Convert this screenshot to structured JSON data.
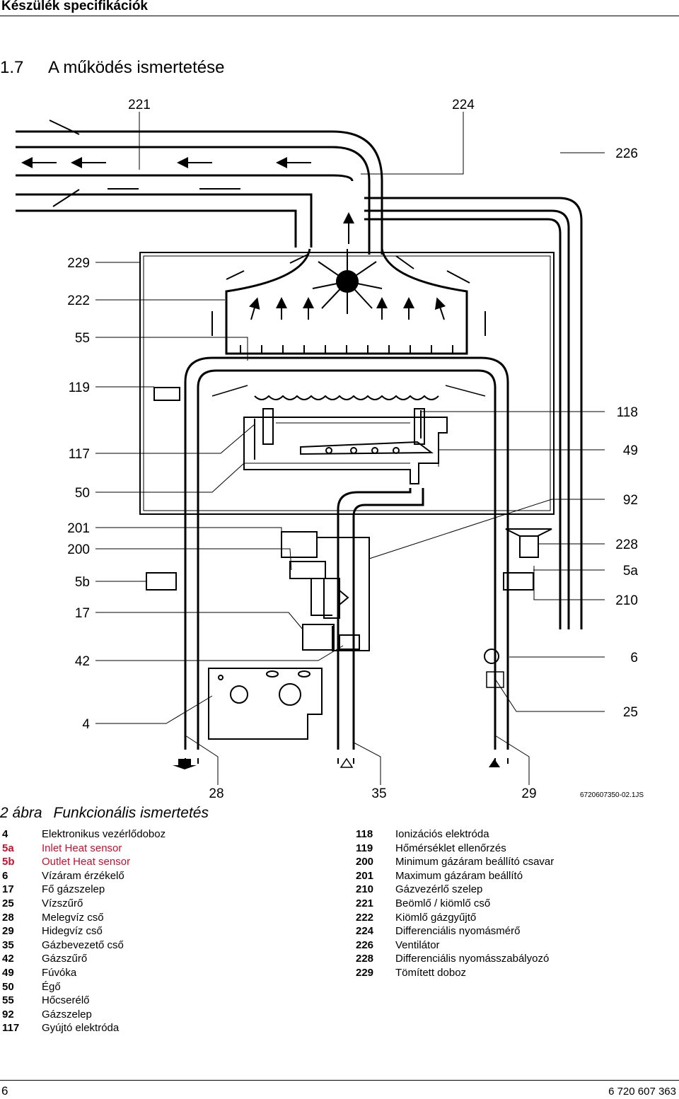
{
  "header": {
    "title": "Készülék specifikációk"
  },
  "section": {
    "number": "1.7",
    "title": "A működés ismertetése"
  },
  "diagram": {
    "labels": {
      "221": "221",
      "224": "224",
      "226": "226",
      "229": "229",
      "222": "222",
      "55": "55",
      "119": "119",
      "117": "117",
      "50": "50",
      "201": "201",
      "200": "200",
      "5b": "5b",
      "17": "17",
      "42": "42",
      "4": "4",
      "118": "118",
      "49": "49",
      "92": "92",
      "228": "228",
      "5a": "5a",
      "210": "210",
      "6": "6",
      "25": "25",
      "28": "28",
      "35": "35",
      "29": "29"
    },
    "drawing_code": "6720607350-02.1JS"
  },
  "caption": {
    "figure": "2 ábra",
    "text": "Funkcionális ismertetés"
  },
  "legend": {
    "left": [
      {
        "key": "4",
        "text": "Elektronikus vezérlődoboz",
        "highlight": false
      },
      {
        "key": "5a",
        "text": "Inlet Heat sensor",
        "highlight": true
      },
      {
        "key": "5b",
        "text": "Outlet Heat sensor",
        "highlight": true
      },
      {
        "key": "6",
        "text": "Vízáram érzékelő",
        "highlight": false
      },
      {
        "key": "17",
        "text": "Fő gázszelep",
        "highlight": false
      },
      {
        "key": "25",
        "text": "Vízszűrő",
        "highlight": false
      },
      {
        "key": "28",
        "text": "Melegvíz cső",
        "highlight": false
      },
      {
        "key": "29",
        "text": "Hidegvíz cső",
        "highlight": false
      },
      {
        "key": "35",
        "text": "Gázbevezető cső",
        "highlight": false
      },
      {
        "key": "42",
        "text": "Gázszűrő",
        "highlight": false
      },
      {
        "key": "49",
        "text": "Fúvóka",
        "highlight": false
      },
      {
        "key": "50",
        "text": "Égő",
        "highlight": false
      },
      {
        "key": "55",
        "text": "Hőcserélő",
        "highlight": false
      },
      {
        "key": "92",
        "text": "Gázszelep",
        "highlight": false
      },
      {
        "key": "117",
        "text": "Gyújtó elektróda",
        "highlight": false
      }
    ],
    "right": [
      {
        "key": "118",
        "text": "Ionizációs elektróda",
        "highlight": false
      },
      {
        "key": "119",
        "text": "Hőmérséklet ellenőrzés",
        "highlight": false
      },
      {
        "key": "200",
        "text": "Minimum gázáram beállító csavar",
        "highlight": false
      },
      {
        "key": "201",
        "text": "Maximum gázáram beállító",
        "highlight": false
      },
      {
        "key": "210",
        "text": "Gázvezérlő szelep",
        "highlight": false
      },
      {
        "key": "221",
        "text": "Beömlő / kiömlő cső",
        "highlight": false
      },
      {
        "key": "222",
        "text": "Kiömlő gázgyűjtő",
        "highlight": false
      },
      {
        "key": "224",
        "text": "Differenciális nyomásmérő",
        "highlight": false
      },
      {
        "key": "226",
        "text": "Ventilátor",
        "highlight": false
      },
      {
        "key": "228",
        "text": "Differenciális nyomásszabályozó",
        "highlight": false
      },
      {
        "key": "229",
        "text": "Tömített doboz",
        "highlight": false
      }
    ]
  },
  "footer": {
    "page": "6",
    "doc_number": "6 720 607 363"
  }
}
